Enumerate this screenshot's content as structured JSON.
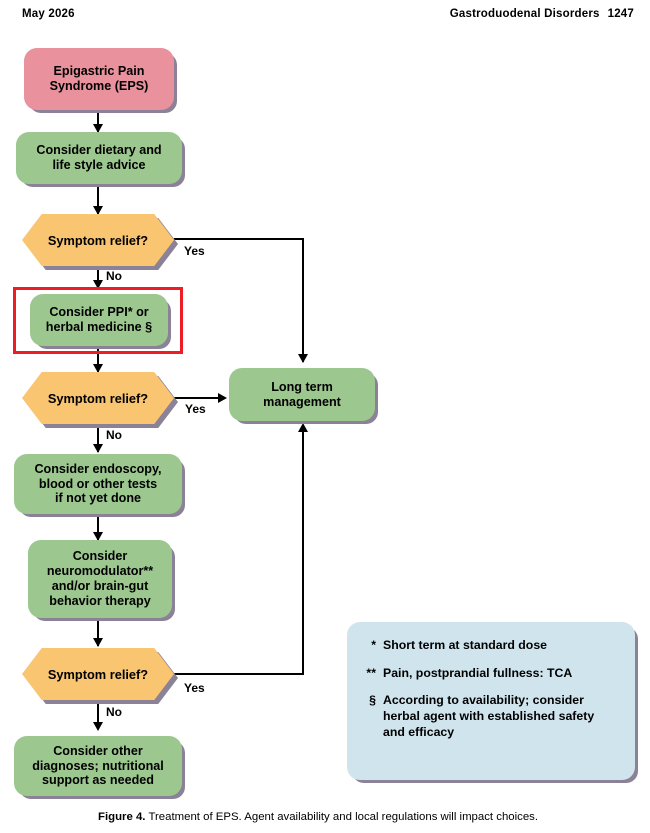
{
  "page": {
    "running_head_left": "May 2026",
    "running_head_right": "Gastroduodenal Disorders",
    "page_number": "1247"
  },
  "flowchart": {
    "title": "Treatment of EPS",
    "nodes": [
      {
        "id": "eps",
        "type": "terminator",
        "color": "#e9919c",
        "label": "Epigastric Pain\nSyndrome (EPS)",
        "line1": "Epigastric Pain",
        "line2": "Syndrome (EPS)"
      },
      {
        "id": "diet",
        "type": "process",
        "color": "#9cc78f",
        "label": "Consider dietary and\nlife style advice",
        "line1": "Consider dietary and",
        "line2": "life style advice"
      },
      {
        "id": "relief1",
        "type": "decision",
        "color": "#f9c571",
        "label": "Symptom relief?"
      },
      {
        "id": "ppi",
        "type": "process",
        "color": "#9cc78f",
        "label": "Consider PPI* or\nherbal medicine §",
        "line1": "Consider PPI* or",
        "line2": "herbal medicine §",
        "highlighted": "true"
      },
      {
        "id": "relief2",
        "type": "decision",
        "color": "#f9c571",
        "label": "Symptom relief?"
      },
      {
        "id": "endoscopy",
        "type": "process",
        "color": "#9cc78f",
        "label": "Consider endoscopy,\nblood or other tests\nif not yet done",
        "line1": "Consider endoscopy,",
        "line2": "blood or other tests",
        "line3": "if not yet done"
      },
      {
        "id": "neuromodulator",
        "type": "process",
        "color": "#9cc78f",
        "label": "Consider\nneuromodulator**\nand/or brain-gut\nbehavior therapy",
        "line1": "Consider",
        "line2": "neuromodulator**",
        "line3": "and/or brain-gut",
        "line4": "behavior therapy"
      },
      {
        "id": "relief3",
        "type": "decision",
        "color": "#f9c571",
        "label": "Symptom relief?"
      },
      {
        "id": "other",
        "type": "process",
        "color": "#9cc78f",
        "label": "Consider other\ndiagnoses; nutritional\nsupport as needed",
        "line1": "Consider other",
        "line2": "diagnoses; nutritional",
        "line3": "support as needed"
      },
      {
        "id": "longterm",
        "type": "process",
        "color": "#9cc78f",
        "label": "Long term\nmanagement",
        "line1": "Long term",
        "line2": "management"
      }
    ],
    "edge_labels": {
      "yes1": "Yes",
      "no1": "No",
      "yes2": "Yes",
      "no2": "No",
      "yes3": "Yes",
      "no3": "No"
    },
    "highlight_color": "#ee1c24"
  },
  "legend": {
    "items": [
      {
        "mark": "*",
        "text_line1": "Short term at standard dose",
        "text": "Short term at standard dose"
      },
      {
        "mark": "**",
        "text_line1": "Pain, postprandial fullness: TCA",
        "text": "Pain, postprandial fullness: TCA"
      },
      {
        "mark": "§",
        "text_line1": "According to availability; consider",
        "text_line2": "herbal agent with established safety",
        "text_line3": "and efficacy",
        "text": "According to availability; consider herbal agent with established safety and efficacy"
      }
    ]
  },
  "caption": {
    "figure_label": "Figure 4.",
    "text": "Treatment of EPS. Agent availability and local regulations will impact choices."
  }
}
